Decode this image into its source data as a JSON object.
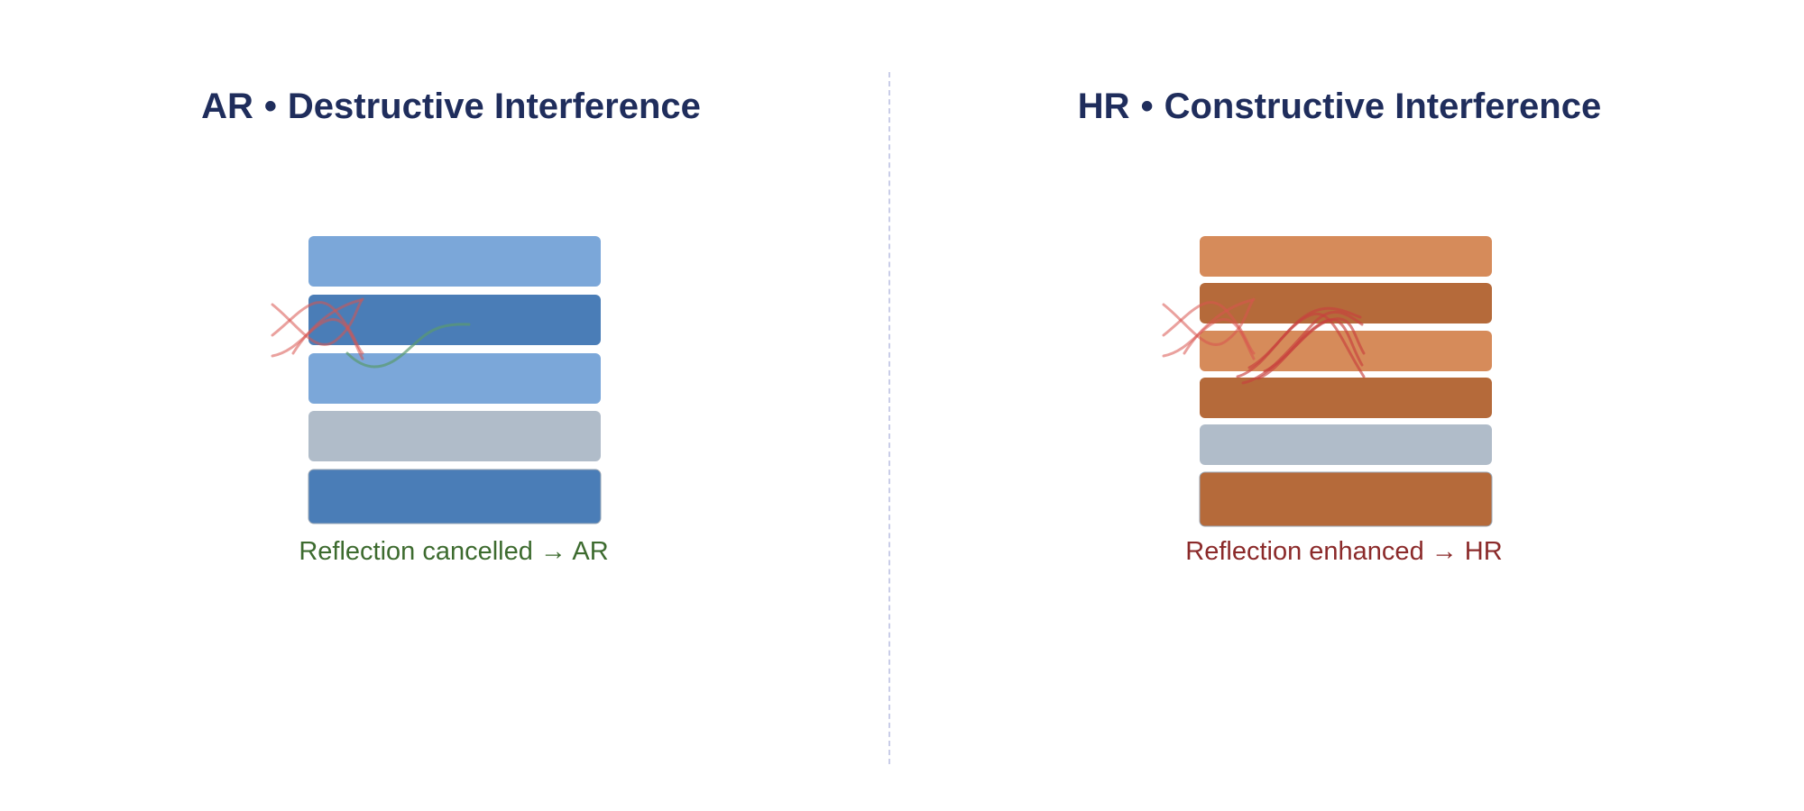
{
  "left_panel": {
    "mode": "AR",
    "separator": "•",
    "heading": "Destructive Interference",
    "caption": "Reflection cancelled → AR",
    "caption_color": "#3d6b2f",
    "layer_colors": [
      "#4a7db7",
      "#7ba7d9",
      "#4a7db7",
      "#7ba7d9",
      "#b0bcc9"
    ],
    "incident_wave_color": "#d9534f",
    "result_wave_color": "#5a9a6e"
  },
  "right_panel": {
    "mode": "HR",
    "separator": "•",
    "heading": "Constructive Interference",
    "caption": "Reflection enhanced → HR",
    "caption_color": "#8b2a2a",
    "layer_colors": [
      "#b56a3a",
      "#d68b5a",
      "#b56a3a",
      "#d68b5a",
      "#b56a3a",
      "#b0bcc9"
    ],
    "incident_wave_color": "#d9534f",
    "result_wave_color": "#c8413d"
  },
  "colors": {
    "title": "#1f2d5c",
    "divider": "#c9cde8"
  }
}
